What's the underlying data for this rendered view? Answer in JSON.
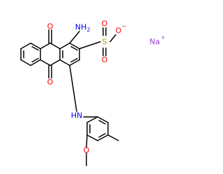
{
  "atoms": {
    "carbonyl_o_top": "O",
    "carbonyl_o_bottom": "O",
    "amino": "NH",
    "amino_sub": "2",
    "imino": "HN",
    "sulfur": "S",
    "sulfonyl_o_upper": "O",
    "sulfonyl_o_lower": "O",
    "sulfonate_o": "O",
    "sulfonate_charge": "−",
    "methoxy_o": "O",
    "sodium": "Na",
    "sodium_charge": "+"
  },
  "colors": {
    "bond": "#000000",
    "oxygen": "#ff0000",
    "nitrogen": "#0000ff",
    "sulfur": "#b09a00",
    "sodium": "#9a3fd0"
  }
}
